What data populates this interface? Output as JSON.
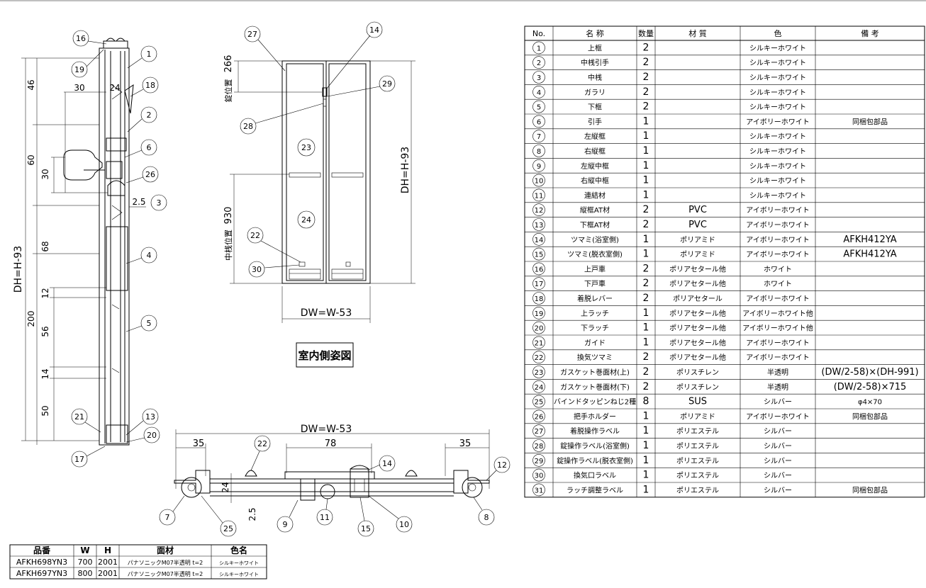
{
  "drawing": {
    "front_view_title": "室内側姿図",
    "dimensions": {
      "side": [
        "46",
        "30",
        "24",
        "60",
        "30",
        "2.5",
        "68",
        "12",
        "200",
        "56",
        "14",
        "50",
        "DH=H-93"
      ],
      "front": [
        "266",
        "錠位置",
        "930",
        "中桟位置",
        "DH=H-93",
        "DW=W-53"
      ],
      "plan": [
        "DW=W-53",
        "35",
        "78",
        "35",
        "24",
        "2.5"
      ]
    },
    "callouts": {
      "side": [
        "16",
        "19",
        "1",
        "18",
        "2",
        "6",
        "26",
        "3",
        "4",
        "5",
        "21",
        "13",
        "20",
        "17"
      ],
      "front": [
        "27",
        "14",
        "29",
        "28",
        "23",
        "24",
        "22",
        "30"
      ],
      "plan": [
        "22",
        "14",
        "12",
        "7",
        "25",
        "9",
        "11",
        "15",
        "10",
        "8"
      ]
    }
  },
  "parts_table": {
    "headers": [
      "No.",
      "名 称",
      "数量",
      "材 質",
      "色",
      "備 考"
    ],
    "rows": [
      [
        "1",
        "上框",
        "2",
        "",
        "シルキーホワイト",
        ""
      ],
      [
        "2",
        "中桟引手",
        "2",
        "",
        "シルキーホワイト",
        ""
      ],
      [
        "3",
        "中桟",
        "2",
        "",
        "シルキーホワイト",
        ""
      ],
      [
        "4",
        "ガラリ",
        "2",
        "",
        "シルキーホワイト",
        ""
      ],
      [
        "5",
        "下框",
        "2",
        "",
        "シルキーホワイト",
        ""
      ],
      [
        "6",
        "引手",
        "1",
        "",
        "アイボリーホワイト",
        "同梱包部品"
      ],
      [
        "7",
        "左縦框",
        "1",
        "",
        "シルキーホワイト",
        ""
      ],
      [
        "8",
        "右縦框",
        "1",
        "",
        "シルキーホワイト",
        ""
      ],
      [
        "9",
        "左縦中框",
        "1",
        "",
        "シルキーホワイト",
        ""
      ],
      [
        "10",
        "右縦中框",
        "1",
        "",
        "シルキーホワイト",
        ""
      ],
      [
        "11",
        "連結材",
        "1",
        "",
        "シルキーホワイト",
        ""
      ],
      [
        "12",
        "縦框AT材",
        "2",
        "PVC",
        "アイボリーホワイト",
        ""
      ],
      [
        "13",
        "下框AT材",
        "2",
        "PVC",
        "アイボリーホワイト",
        ""
      ],
      [
        "14",
        "ツマミ(浴室側)",
        "1",
        "ポリアミド",
        "アイボリーホワイト",
        "AFKH412YA"
      ],
      [
        "15",
        "ツマミ(脱衣室側)",
        "1",
        "ポリアミド",
        "アイボリーホワイト",
        "AFKH412YA"
      ],
      [
        "16",
        "上戸車",
        "2",
        "ポリアセタール他",
        "ホワイト",
        ""
      ],
      [
        "17",
        "下戸車",
        "2",
        "ポリアセタール他",
        "ホワイト",
        ""
      ],
      [
        "18",
        "着脱レバー",
        "2",
        "ポリアセタール",
        "アイボリーホワイト",
        ""
      ],
      [
        "19",
        "上ラッチ",
        "1",
        "ポリアセタール他",
        "アイボリーホワイト他",
        ""
      ],
      [
        "20",
        "下ラッチ",
        "1",
        "ポリアセタール他",
        "アイボリーホワイト他",
        ""
      ],
      [
        "21",
        "ガイド",
        "1",
        "ポリアセタール他",
        "アイボリーホワイト",
        ""
      ],
      [
        "22",
        "換気ツマミ",
        "2",
        "ポリアセタール他",
        "アイボリーホワイト",
        ""
      ],
      [
        "23",
        "ガスケット巻面材(上)",
        "2",
        "ポリスチレン",
        "半透明",
        "(DW/2-58)×(DH-991)"
      ],
      [
        "24",
        "ガスケット巻面材(下)",
        "2",
        "ポリスチレン",
        "半透明",
        "(DW/2-58)×715"
      ],
      [
        "25",
        "バインドタッピンねじ2種",
        "8",
        "SUS",
        "シルバー",
        "φ4×70"
      ],
      [
        "26",
        "把手ホルダー",
        "1",
        "ポリアミド",
        "アイボリーホワイト",
        "同梱包部品"
      ],
      [
        "27",
        "着脱操作ラベル",
        "1",
        "ポリエステル",
        "シルバー",
        ""
      ],
      [
        "28",
        "錠操作ラベル(浴室側)",
        "1",
        "ポリエステル",
        "シルバー",
        ""
      ],
      [
        "29",
        "錠操作ラベル(脱衣室側)",
        "1",
        "ポリエステル",
        "シルバー",
        ""
      ],
      [
        "30",
        "換気口ラベル",
        "1",
        "ポリエステル",
        "シルバー",
        ""
      ],
      [
        "31",
        "ラッチ調整ラベル",
        "1",
        "ポリエステル",
        "シルバー",
        "同梱包部品"
      ]
    ]
  },
  "product_table": {
    "headers": [
      "品番",
      "W",
      "H",
      "面材",
      "色名"
    ],
    "rows": [
      [
        "AFKH698YN3",
        "700",
        "2001",
        "パナソニックM07半透明 t=2",
        "シルキーホワイト"
      ],
      [
        "AFKH697YN3",
        "800",
        "2001",
        "パナソニックM07半透明 t=2",
        "シルキーホワイト"
      ]
    ]
  }
}
